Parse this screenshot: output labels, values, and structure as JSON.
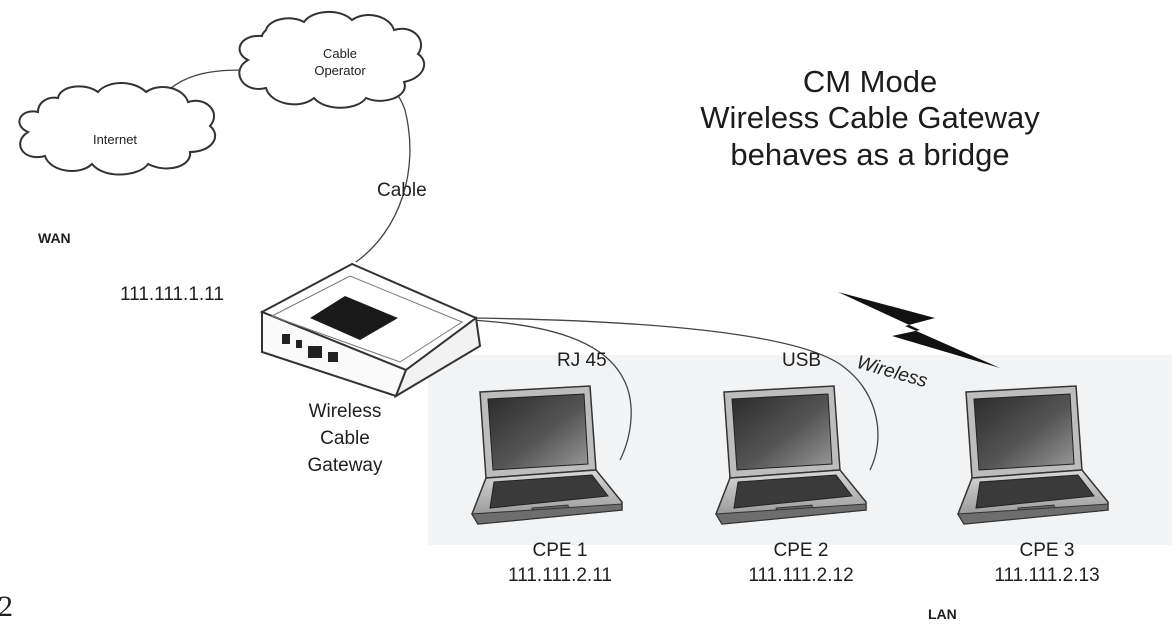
{
  "title": {
    "line1": "CM Mode",
    "line2": "Wireless Cable Gateway",
    "line3": "behaves as a bridge"
  },
  "clouds": {
    "internet": "Internet",
    "operator_line1": "Cable",
    "operator_line2": "Operator"
  },
  "zones": {
    "wan": "WAN",
    "lan": "LAN"
  },
  "links": {
    "cable": "Cable",
    "rj45": "RJ 45",
    "usb": "USB",
    "wireless": "Wireless"
  },
  "gateway": {
    "ip": "111.111.1.11",
    "label_line1": "Wireless",
    "label_line2": "Cable",
    "label_line3": "Gateway"
  },
  "cpes": [
    {
      "name": "CPE 1",
      "ip": "111.111.2.11"
    },
    {
      "name": "CPE 2",
      "ip": "111.111.2.12"
    },
    {
      "name": "CPE 3",
      "ip": "111.111.2.13"
    }
  ],
  "page_number": "2",
  "colors": {
    "line": "#444444",
    "lan_background": "#f1f3f5",
    "device_body": "#ffffff",
    "bolt": "#111111"
  }
}
